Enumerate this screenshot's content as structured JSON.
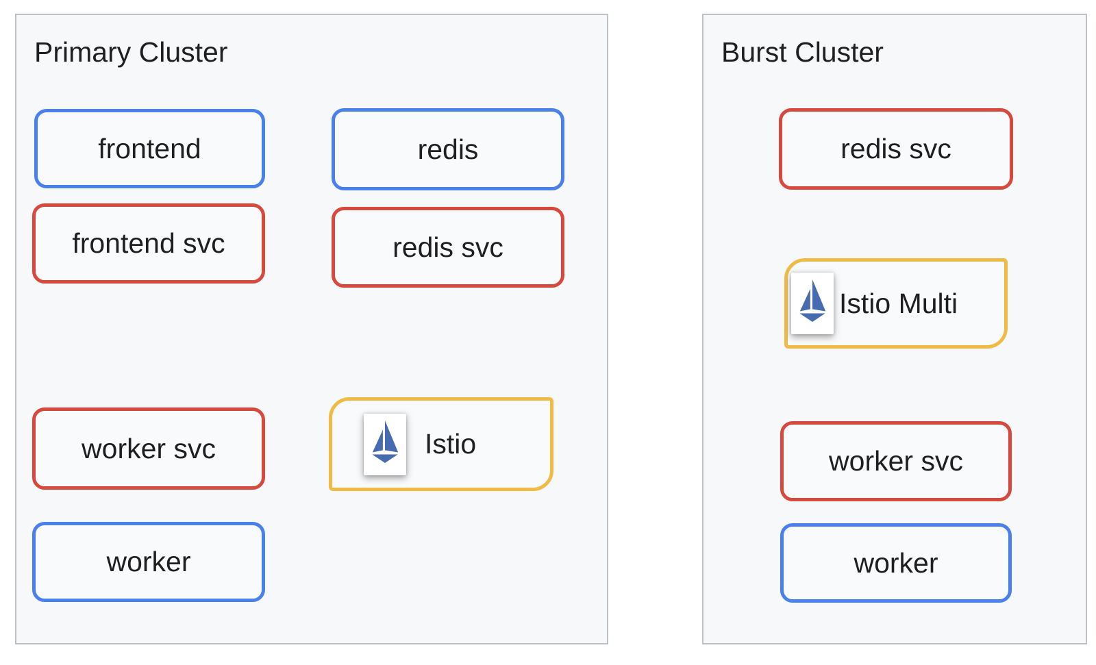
{
  "diagram": {
    "colors": {
      "deployment_border_blue": "#4A80EC",
      "service_border_red": "#D7493C",
      "istio_border_yellow": "#F0BB45",
      "istio_logo_blue": "#466BB0",
      "cluster_background": "#F6F8FA",
      "cluster_border": "#BDC1C6",
      "text": "#1F1F1F",
      "page_background": "#FFFFFF"
    },
    "clusters": [
      {
        "title": "Primary Cluster",
        "nodes": [
          {
            "label": "frontend",
            "kind": "blue"
          },
          {
            "label": "redis",
            "kind": "blue"
          },
          {
            "label": "frontend svc",
            "kind": "red"
          },
          {
            "label": "redis svc",
            "kind": "red"
          },
          {
            "label": "worker svc",
            "kind": "red"
          },
          {
            "label": "Istio",
            "kind": "yellow",
            "icon": "istio-sailboat-logo"
          },
          {
            "label": "worker",
            "kind": "blue"
          }
        ]
      },
      {
        "title": "Burst Cluster",
        "nodes": [
          {
            "label": "redis svc",
            "kind": "red"
          },
          {
            "label": "Istio Multi",
            "kind": "yellow",
            "icon": "istio-sailboat-logo"
          },
          {
            "label": "worker svc",
            "kind": "red"
          },
          {
            "label": "worker",
            "kind": "blue"
          }
        ]
      }
    ]
  }
}
